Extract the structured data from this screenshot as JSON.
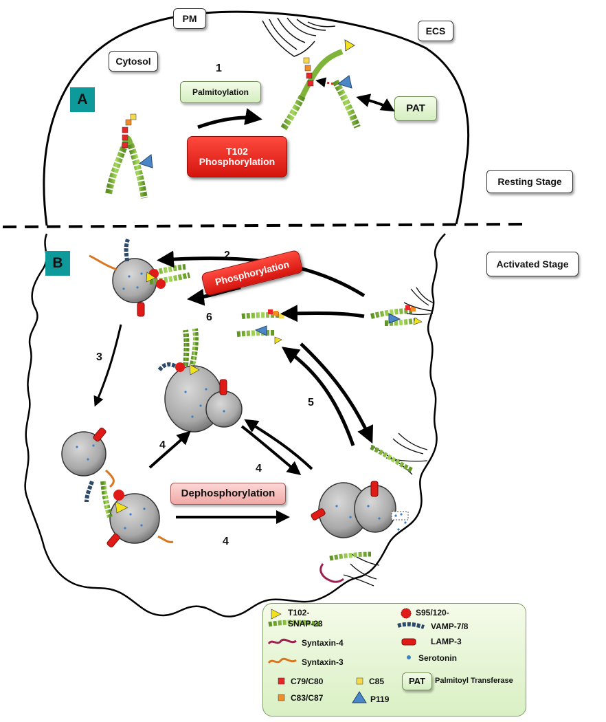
{
  "regions": {
    "pm": "PM",
    "ecs": "ECS",
    "cytosol": "Cytosol",
    "resting": "Resting Stage",
    "activated": "Activated Stage"
  },
  "panels": {
    "a": "A",
    "b": "B"
  },
  "steps": {
    "s1": "1",
    "s2": "2",
    "s3": "3",
    "s4": "4",
    "s5": "5",
    "s6": "6"
  },
  "processes": {
    "palmitoylation": "Palmitoylation",
    "t102_line1": "T102",
    "t102_line2": "Phosphorylation",
    "pat": "PAT",
    "phosphorylation": "Phosphorylation",
    "dephosphorylation": "Dephosphorylation"
  },
  "legend": {
    "t102": "T102-",
    "s95": "S95/120-",
    "snap23": "SNAP-23",
    "vamp": "VAMP-7/8",
    "syntaxin4": "Syntaxin-4",
    "lamp3": "LAMP-3",
    "syntaxin3": "Syntaxin-3",
    "serotonin": "Serotonin",
    "c79": "C79/C80",
    "c85": "C85",
    "pat_box": "PAT",
    "pat_full": "Palmitoyl Transferase",
    "c83": "C83/C87",
    "p119": "P119"
  },
  "colors": {
    "snap23": "#8cc63f",
    "syntaxin3": "#d9761e",
    "syntaxin4": "#9c1f4f",
    "vamp": "#2e4a6b",
    "lamp3": "#e01b17",
    "serotonin": "#3d7fc4",
    "c79": "#e8262a",
    "c83": "#f28c28",
    "c85": "#f7d94c",
    "p119": "#4a86c8",
    "t102": "#f2e21b",
    "s95": "#e01b17",
    "panel": "#0e9a9a"
  }
}
